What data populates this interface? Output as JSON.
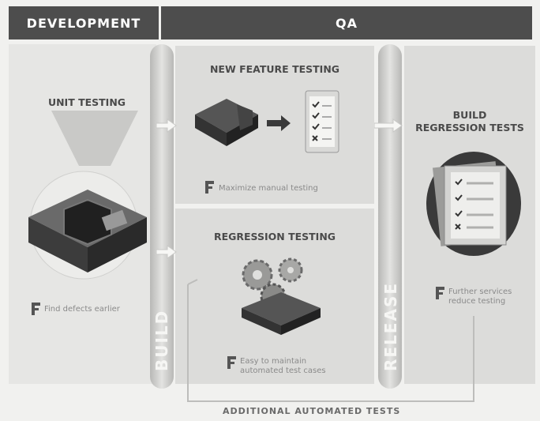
{
  "headers": {
    "development": "DEVELOPMENT",
    "qa": "QA"
  },
  "development": {
    "title": "UNIT TESTING",
    "caption": "Find defects earlier"
  },
  "qa": {
    "new_feature": {
      "title": "NEW FEATURE TESTING",
      "caption": "Maximize manual testing"
    },
    "regression": {
      "title": "REGRESSION TESTING",
      "caption_line1": "Easy to maintain",
      "caption_line2": "automated test cases"
    },
    "build_regression": {
      "title_line1": "BUILD",
      "title_line2": "REGRESSION TESTS",
      "caption_line1": "Further services",
      "caption_line2": "reduce testing"
    }
  },
  "pillars": {
    "build": "BUILD",
    "release": "RELEASE"
  },
  "bottom_label": "ADDITIONAL AUTOMATED TESTS",
  "colors": {
    "header": "#4d4d4d",
    "panel": "#dcdcda",
    "background": "#f1f1ef"
  }
}
